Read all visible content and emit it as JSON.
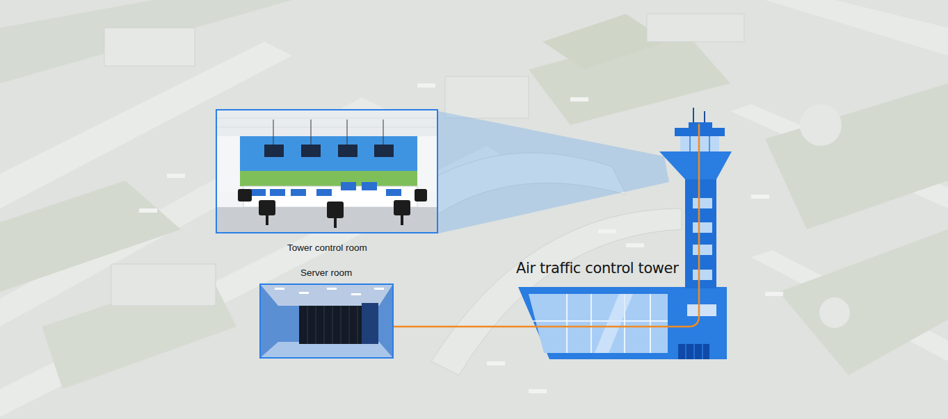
{
  "diagram": {
    "nodes": [
      {
        "text": [
          "Tower control room"
        ]
      },
      {
        "text": [
          "Server room"
        ]
      },
      {
        "text": [
          "Air traffic control tower"
        ]
      }
    ],
    "edges": [
      {
        "from": 1,
        "to": 2,
        "arrow": "none"
      }
    ]
  }
}
